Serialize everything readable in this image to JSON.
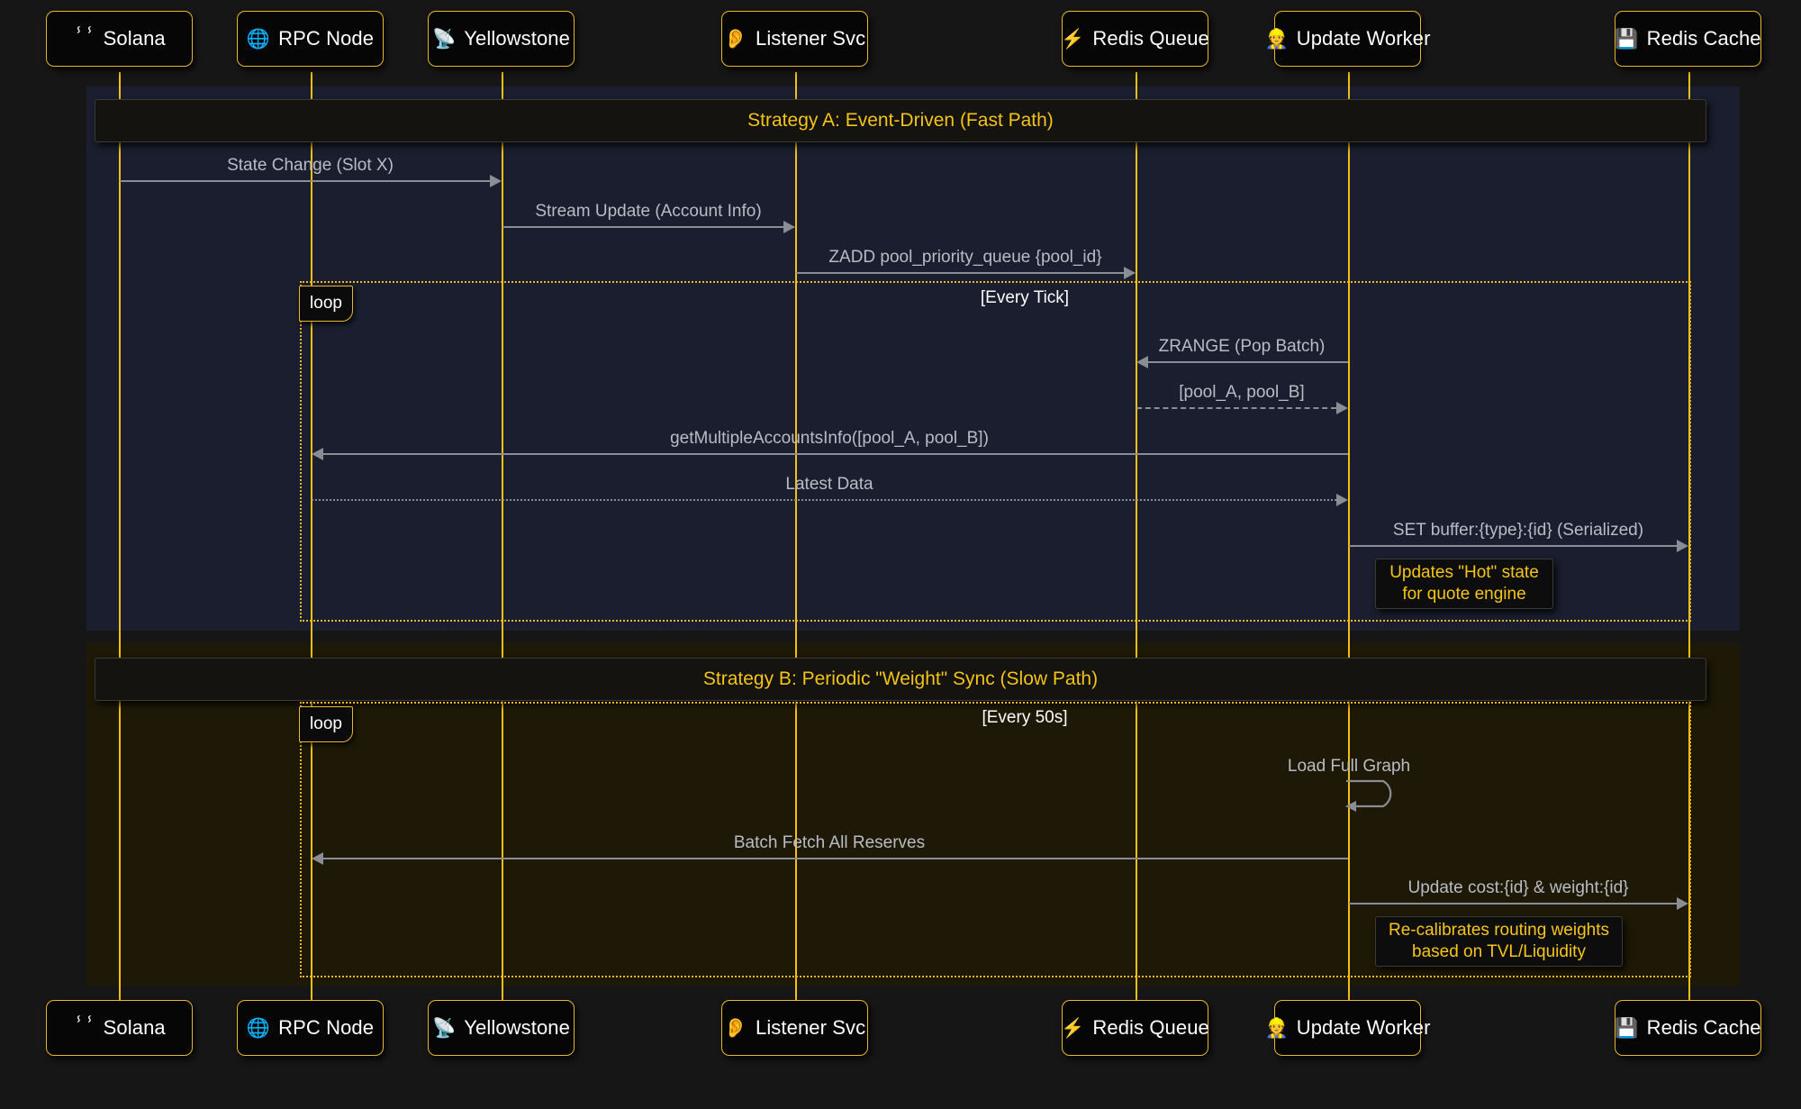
{
  "diagram": {
    "type": "sequence-diagram",
    "background_color": "#161616",
    "accent_color": "#e8b72b",
    "line_color": "#8a8d94"
  },
  "participants": [
    {
      "id": "solana",
      "label": "Solana",
      "icon": "dna-icon",
      "glyph": "ⸯⸯ"
    },
    {
      "id": "rpc",
      "label": "RPC Node",
      "icon": "globe-icon",
      "glyph": "🌐"
    },
    {
      "id": "yellow",
      "label": "Yellowstone",
      "icon": "satellite-icon",
      "glyph": "📡"
    },
    {
      "id": "listener",
      "label": "Listener Svc",
      "icon": "ear-icon",
      "glyph": "👂"
    },
    {
      "id": "queue",
      "label": "Redis Queue",
      "icon": "lightning-icon",
      "glyph": "⚡"
    },
    {
      "id": "worker",
      "label": "Update Worker",
      "icon": "worker-icon",
      "glyph": "👷"
    },
    {
      "id": "cache",
      "label": "Redis Cache",
      "icon": "floppy-disk-icon",
      "glyph": "💾"
    }
  ],
  "regions": [
    {
      "id": "strategy-a",
      "banner": "Strategy A: Event-Driven (Fast Path)",
      "background_color": "#1a1e2e"
    },
    {
      "id": "strategy-b",
      "banner": "Strategy B: Periodic \"Weight\" Sync (Slow Path)",
      "background_color": "#1e1906"
    }
  ],
  "loops": [
    {
      "id": "loop-a",
      "tag": "loop",
      "condition": "[Every Tick]"
    },
    {
      "id": "loop-b",
      "tag": "loop",
      "condition": "[Every 50s]"
    }
  ],
  "messages": [
    {
      "id": "m1",
      "label": "State Change (Slot X)",
      "from": "solana",
      "to": "yellow",
      "style": "solid",
      "dir": "right"
    },
    {
      "id": "m2",
      "label": "Stream Update (Account Info)",
      "from": "yellow",
      "to": "listener",
      "style": "solid",
      "dir": "right"
    },
    {
      "id": "m3",
      "label": "ZADD pool_priority_queue {pool_id}",
      "from": "listener",
      "to": "queue",
      "style": "solid",
      "dir": "right"
    },
    {
      "id": "m4",
      "label": "ZRANGE (Pop Batch)",
      "from": "worker",
      "to": "queue",
      "style": "solid",
      "dir": "left"
    },
    {
      "id": "m5",
      "label": "[pool_A, pool_B]",
      "from": "queue",
      "to": "worker",
      "style": "dashed",
      "dir": "right"
    },
    {
      "id": "m6",
      "label": "getMultipleAccountsInfo([pool_A, pool_B])",
      "from": "worker",
      "to": "rpc",
      "style": "solid",
      "dir": "left"
    },
    {
      "id": "m7",
      "label": "Latest Data",
      "from": "rpc",
      "to": "worker",
      "style": "dotted",
      "dir": "right"
    },
    {
      "id": "m8",
      "label": "SET buffer:{type}:{id} (Serialized)",
      "from": "worker",
      "to": "cache",
      "style": "solid",
      "dir": "right"
    },
    {
      "id": "m9",
      "label": "Load Full Graph",
      "from": "worker",
      "to": "worker",
      "style": "solid",
      "dir": "self"
    },
    {
      "id": "m10",
      "label": "Batch Fetch All Reserves",
      "from": "worker",
      "to": "rpc",
      "style": "solid",
      "dir": "left"
    },
    {
      "id": "m11",
      "label": "Update cost:{id} & weight:{id}",
      "from": "worker",
      "to": "cache",
      "style": "solid",
      "dir": "right"
    }
  ],
  "notes": [
    {
      "id": "note-a",
      "lines": [
        "Updates \"Hot\" state",
        "for quote engine"
      ]
    },
    {
      "id": "note-b",
      "lines": [
        "Re-calibrates routing weights",
        "based on TVL/Liquidity"
      ]
    }
  ]
}
